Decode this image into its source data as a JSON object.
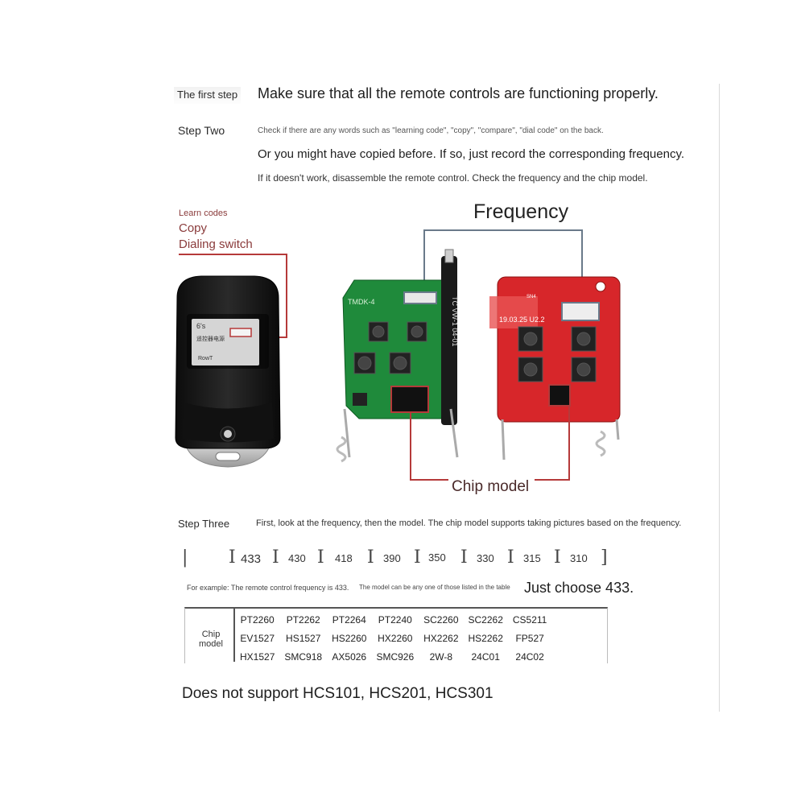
{
  "steps": {
    "step1": {
      "label": "The first step",
      "text": "Make sure that all the remote controls are functioning properly."
    },
    "step2": {
      "label": "Step Two",
      "line1": "Check if there are any words such as \"learning code\", \"copy\", \"compare\", \"dial code\" on the back.",
      "line2": "Or you might have copied before. If so, just record the corresponding frequency.",
      "line3": "If it doesn't work, disassemble the remote control. Check the frequency and the chip model."
    },
    "step3": {
      "label": "Step Three",
      "text": "First, look at the frequency, then the model. The chip model supports taking pictures based on the frequency."
    }
  },
  "callouts": {
    "learn_codes": "Learn codes",
    "copy": "Copy",
    "dialing_switch": "Dialing switch",
    "frequency": "Frequency",
    "chip_model": "Chip model"
  },
  "remote": {
    "label_line1": "6's",
    "label_line2": "遥控器电源",
    "label_line3": "RowT"
  },
  "boards": {
    "green_label": "TMDK-4",
    "green_antenna_text": "TC VW-1 04-01",
    "red_label": "19.03.25 U2.2",
    "red_small": "SN4"
  },
  "frequencies": [
    "433",
    "430",
    "418",
    "390",
    "350",
    "330",
    "315",
    "310"
  ],
  "example": {
    "small1": "For example: The remote control frequency is 433.",
    "small2": "The model can be any one of those listed in the table",
    "choose": "Just choose 433."
  },
  "chip_table": {
    "row_label_line1": "Chip",
    "row_label_line2": "model",
    "rows": [
      [
        "PT2260",
        "PT2262",
        "PT2264",
        "PT2240",
        "SC2260",
        "SC2262",
        "CS5211"
      ],
      [
        "EV1527",
        "HS1527",
        "HS2260",
        "HX2260",
        "HX2262",
        "HS2262",
        "FP527"
      ],
      [
        "HX1527",
        "SMC918",
        "AX5026",
        "SMC926",
        "2W-8",
        "24C01",
        "24C02"
      ]
    ]
  },
  "unsupported": "Does not support HCS101, HCS201, HCS301",
  "colors": {
    "green_pcb": "#1f8a3b",
    "red_pcb": "#d7262a",
    "callout_red": "#b53a3a",
    "callout_gray": "#6a7a8a"
  }
}
